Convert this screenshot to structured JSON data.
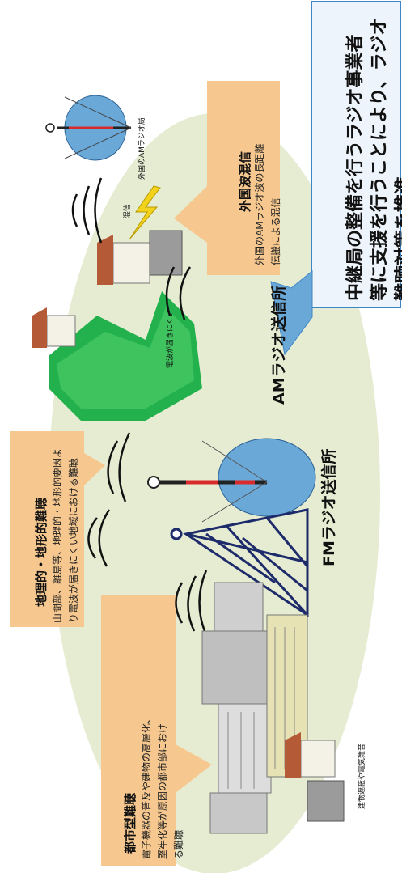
{
  "panel": {
    "main_text": [
      "中継局の整備を行うラジオ事業者",
      "等に支援を行うことにより、ラジオ",
      "難聴対策を推進。"
    ]
  },
  "callouts": {
    "urban": {
      "title": "都市型難聴",
      "body": [
        "電子機器の普及や建物の高層化、",
        "堅牢化等が原因の都市部におけ",
        "る難聴"
      ]
    },
    "geo": {
      "title": "地理的・地形的難聴",
      "body": [
        "山間部、離島等、地理的・地形的要因よ",
        "り電波が届きにくい地域における難聴"
      ]
    },
    "foreign": {
      "title": "外国波混信",
      "body": [
        "外国のAMラジオ波の長距離",
        "伝搬による混信"
      ]
    }
  },
  "labels": {
    "am_station": "AMラジオ送信所",
    "fm_station": "FMラジオ送信所",
    "foreign_am": "外国のAMラジオ局",
    "interference": "混信",
    "hard_to_reach": "電波が届きにくい",
    "building_noise": "建物遮蔽や電気雑音"
  },
  "colors": {
    "ellipse": "#e6ecd2",
    "panel_bg": "#eef4fb",
    "panel_border": "#3d86c6",
    "callout": "#f6c88f",
    "callout_title": "#111111",
    "forest": "#22b14c",
    "dish": "#6aa8d8",
    "tower_red": "#d92b2b",
    "roof": "#b55a36",
    "lightning": "#f2d21b"
  }
}
